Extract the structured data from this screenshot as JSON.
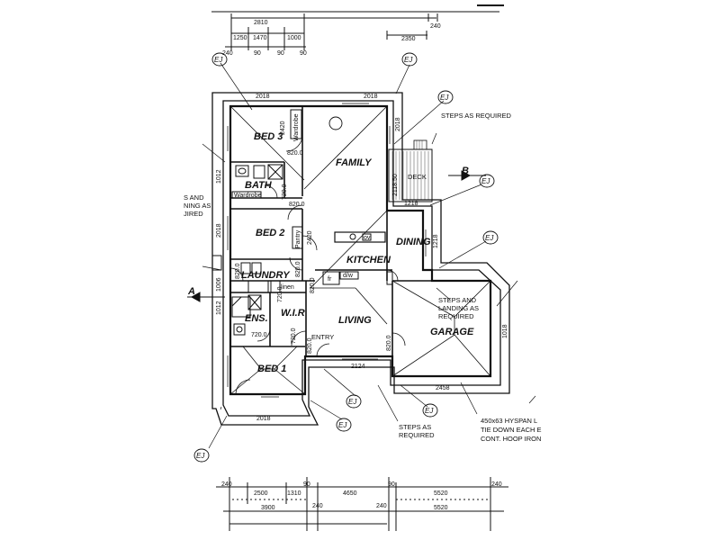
{
  "rooms": {
    "bed3": "BED 3",
    "bath": "BATH",
    "bed2": "BED 2",
    "laundry": "LAUNDRY",
    "ens": "ENS.",
    "wir": "W.I.R",
    "bed1": "BED 1",
    "family": "FAMILY",
    "kitchen": "KITCHEN",
    "dining": "DINING",
    "living": "LIVING",
    "entry": "ENTRY",
    "garage": "GARAGE",
    "deck": "DECK"
  },
  "fixtures": {
    "wardrobe_bed3": "Wardrobe",
    "wardrobe_bed2": "Wardrobe",
    "pantry": "Pantry",
    "linen": "linen",
    "ov": "ov",
    "fr": "fr",
    "dw": "d/w"
  },
  "doors": {
    "d_bed3": "820.0",
    "d_bath": "720.0",
    "d_bed2": "820.0",
    "d_laundry1": "820.0",
    "d_laundry2": "820.0",
    "d_wir": "720.0",
    "d_ens": "720.0",
    "d_kitchen": "820.0",
    "d_entry": "820.0",
    "d_garage": "820.0",
    "d_linen": "720.0"
  },
  "notes": {
    "steps_top": "STEPS AS REQUIRED",
    "steps_landing": [
      "STEPS AND",
      "LANDING AS",
      "REQUIRED"
    ],
    "steps_bottom": [
      "STEPS AS",
      "REQUIRED"
    ],
    "left_note": [
      "S AND",
      "NING AS",
      "JIRED"
    ],
    "hyspan": [
      "450x63 HYSPAN L",
      "TIE DOWN EACH E",
      "CONT. HOOP IRON"
    ]
  },
  "ej_label": "EJ",
  "section_markers": {
    "a": "A",
    "b": "B"
  },
  "top_dims": {
    "row1": [
      "2810",
      "240"
    ],
    "row2": [
      "1250",
      "1470",
      "1000",
      "2350"
    ],
    "row3": [
      "240",
      "90",
      "90",
      "90"
    ]
  },
  "bottom_dims": {
    "row1": [
      "240",
      "2500",
      "1310",
      "90",
      "4650",
      "90",
      "5520",
      "240"
    ],
    "row2": [
      "3900",
      "240",
      "240",
      "5520"
    ]
  },
  "inner_dims": {
    "eave_top_left": "2018",
    "eave_top_right": "2018",
    "eave_right": "2018",
    "eave_left1": "1012",
    "eave_left2": "2018",
    "eave_left3": "1006",
    "eave_left4": "1012",
    "eave_bed1": "2018",
    "eave_dining": "1218",
    "eave_deck": "1218",
    "eave_garage_right": "1018",
    "deck_w": "2118.50",
    "entry_w": "2124",
    "garage_w": "2458",
    "family_w": "2420",
    "bed3_w": "2420"
  }
}
